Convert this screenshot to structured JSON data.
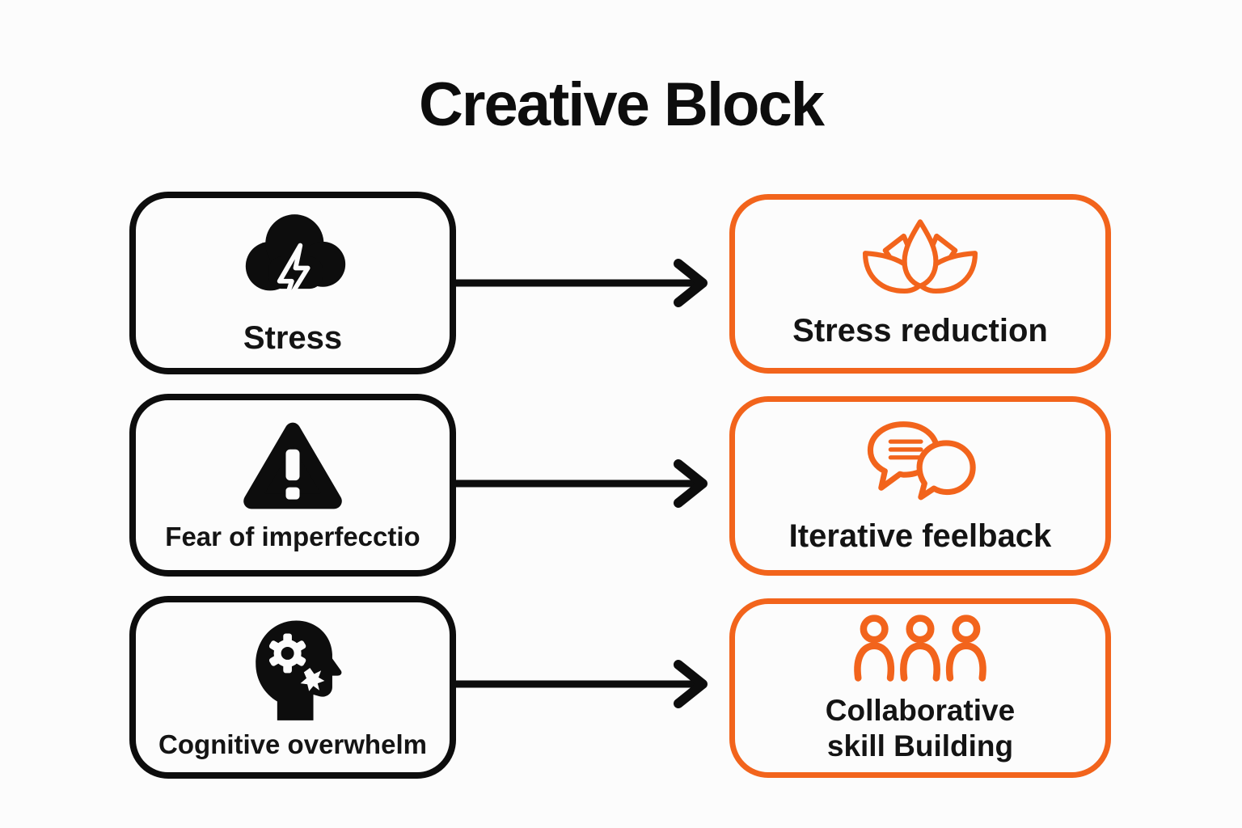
{
  "title": "Creative Block",
  "colors": {
    "accent_orange": "#F2641C",
    "ink_black": "#0d0d0d",
    "background": "#FCFCFC"
  },
  "rows": [
    {
      "problem": {
        "label": "Stress",
        "icon": "storm-cloud-icon"
      },
      "solution": {
        "label": "Stress reduction",
        "icon": "lotus-icon"
      }
    },
    {
      "problem": {
        "label": "Fear of imperfecctio",
        "icon": "warning-triangle-icon"
      },
      "solution": {
        "label": "Iterative feelback",
        "icon": "speech-bubbles-icon"
      }
    },
    {
      "problem": {
        "label": "Cognitive overwhelm",
        "icon": "head-gears-icon"
      },
      "solution": {
        "label": "Collaborative skill Building",
        "icon": "people-group-icon"
      }
    }
  ]
}
